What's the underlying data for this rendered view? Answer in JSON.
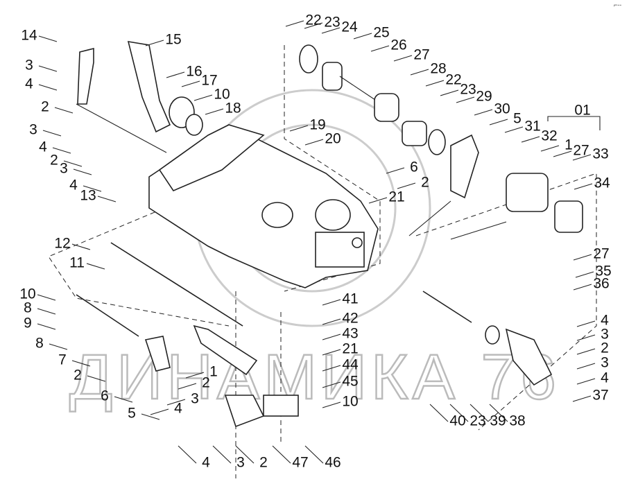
{
  "diagram": {
    "title_watermark": "ДИНАМИКА 76",
    "corner_mark": "⌐--",
    "group_label": "01",
    "labels": [
      "14",
      "15",
      "3",
      "4",
      "2",
      "3",
      "4",
      "2",
      "3",
      "4",
      "13",
      "16",
      "17",
      "10",
      "18",
      "19",
      "20",
      "22",
      "23",
      "24",
      "25",
      "26",
      "27",
      "28",
      "22",
      "23",
      "29",
      "30",
      "5",
      "31",
      "32",
      "1",
      "27",
      "33",
      "34",
      "6",
      "2",
      "21",
      "27",
      "35",
      "36",
      "12",
      "11",
      "10",
      "8",
      "9",
      "8",
      "7",
      "2",
      "6",
      "5",
      "4",
      "3",
      "2",
      "1",
      "41",
      "42",
      "43",
      "21",
      "44",
      "45",
      "10",
      "46",
      "47",
      "2",
      "3",
      "4",
      "4",
      "3",
      "2",
      "3",
      "4",
      "37",
      "40",
      "23",
      "39",
      "38"
    ]
  }
}
